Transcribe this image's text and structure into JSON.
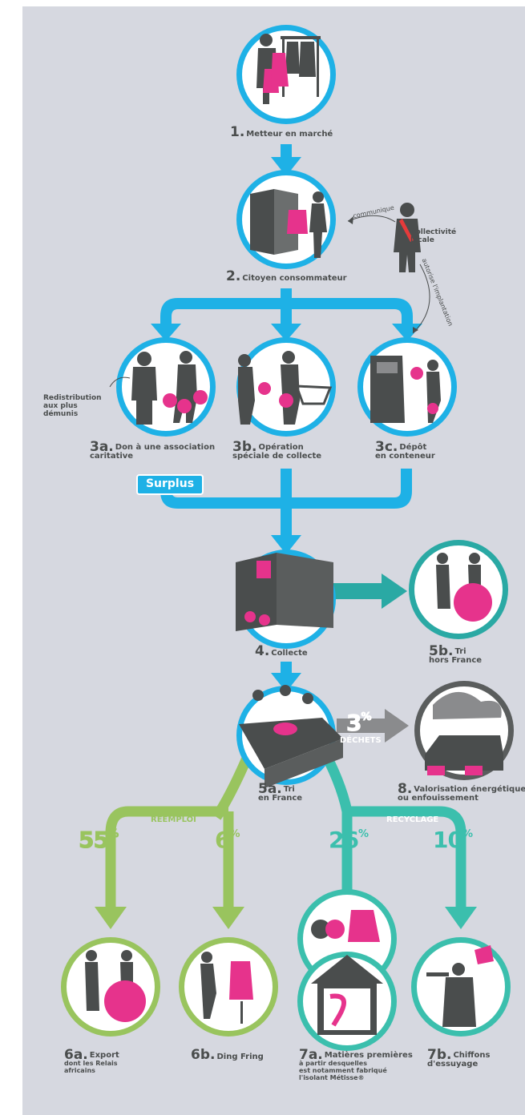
{
  "steps": {
    "s1": {
      "num": "1.",
      "label": "Metteur en marché"
    },
    "s2": {
      "num": "2.",
      "label": "Citoyen consommateur"
    },
    "s3a": {
      "num": "3a.",
      "label1": "Don à une association",
      "label2": "caritative"
    },
    "s3b": {
      "num": "3b.",
      "label1": "Opération",
      "label2": "spéciale de collecte"
    },
    "s3c": {
      "num": "3c.",
      "label1": "Dépôt",
      "label2": "en conteneur"
    },
    "s4": {
      "num": "4.",
      "label": "Collecte"
    },
    "s5a": {
      "num": "5a.",
      "label1": "Tri",
      "label2": "en France"
    },
    "s5b": {
      "num": "5b.",
      "label1": "Tri",
      "label2": "hors France"
    },
    "s6a": {
      "num": "6a.",
      "label1": "Export",
      "label2": "dont les Relais",
      "label3": "africains"
    },
    "s6b": {
      "num": "6b.",
      "label": "Ding Fring"
    },
    "s7a": {
      "num": "7a.",
      "label1": "Matières premières",
      "label2": "à partir desquelles",
      "label3": "est notamment fabriqué",
      "label4": "l'isolant Métisse®"
    },
    "s7b": {
      "num": "7b.",
      "label1": "Chiffons",
      "label2": "d'essuyage"
    },
    "s8": {
      "num": "8.",
      "label1": "Valorisation énergétique",
      "label2": "ou enfouissement"
    }
  },
  "collectivite": {
    "line1": "Collectivité",
    "line2": "locale"
  },
  "arrows_text": {
    "communique": "communique",
    "autorise": "autorise l'implantation"
  },
  "redistribution": {
    "line1": "Redistribution",
    "line2": "aux plus",
    "line3": "démunis"
  },
  "surplus": "Surplus",
  "dechets": "DÉCHETS",
  "reemploi": "RÉEMPLOI",
  "recyclage": "RECYCLAGE",
  "percentages": {
    "dechets": "3",
    "export": "55",
    "ding": "6",
    "matieres": "26",
    "chiffons": "10",
    "sign": "%"
  },
  "colors": {
    "blue": "#1eb1e6",
    "green": "#99c45e",
    "teal": "#3bbfad",
    "dark": "#4a4d4d",
    "pink": "#e6338c",
    "gray_arrow": "#8a8b8d",
    "panel": "#d6d8e0"
  }
}
